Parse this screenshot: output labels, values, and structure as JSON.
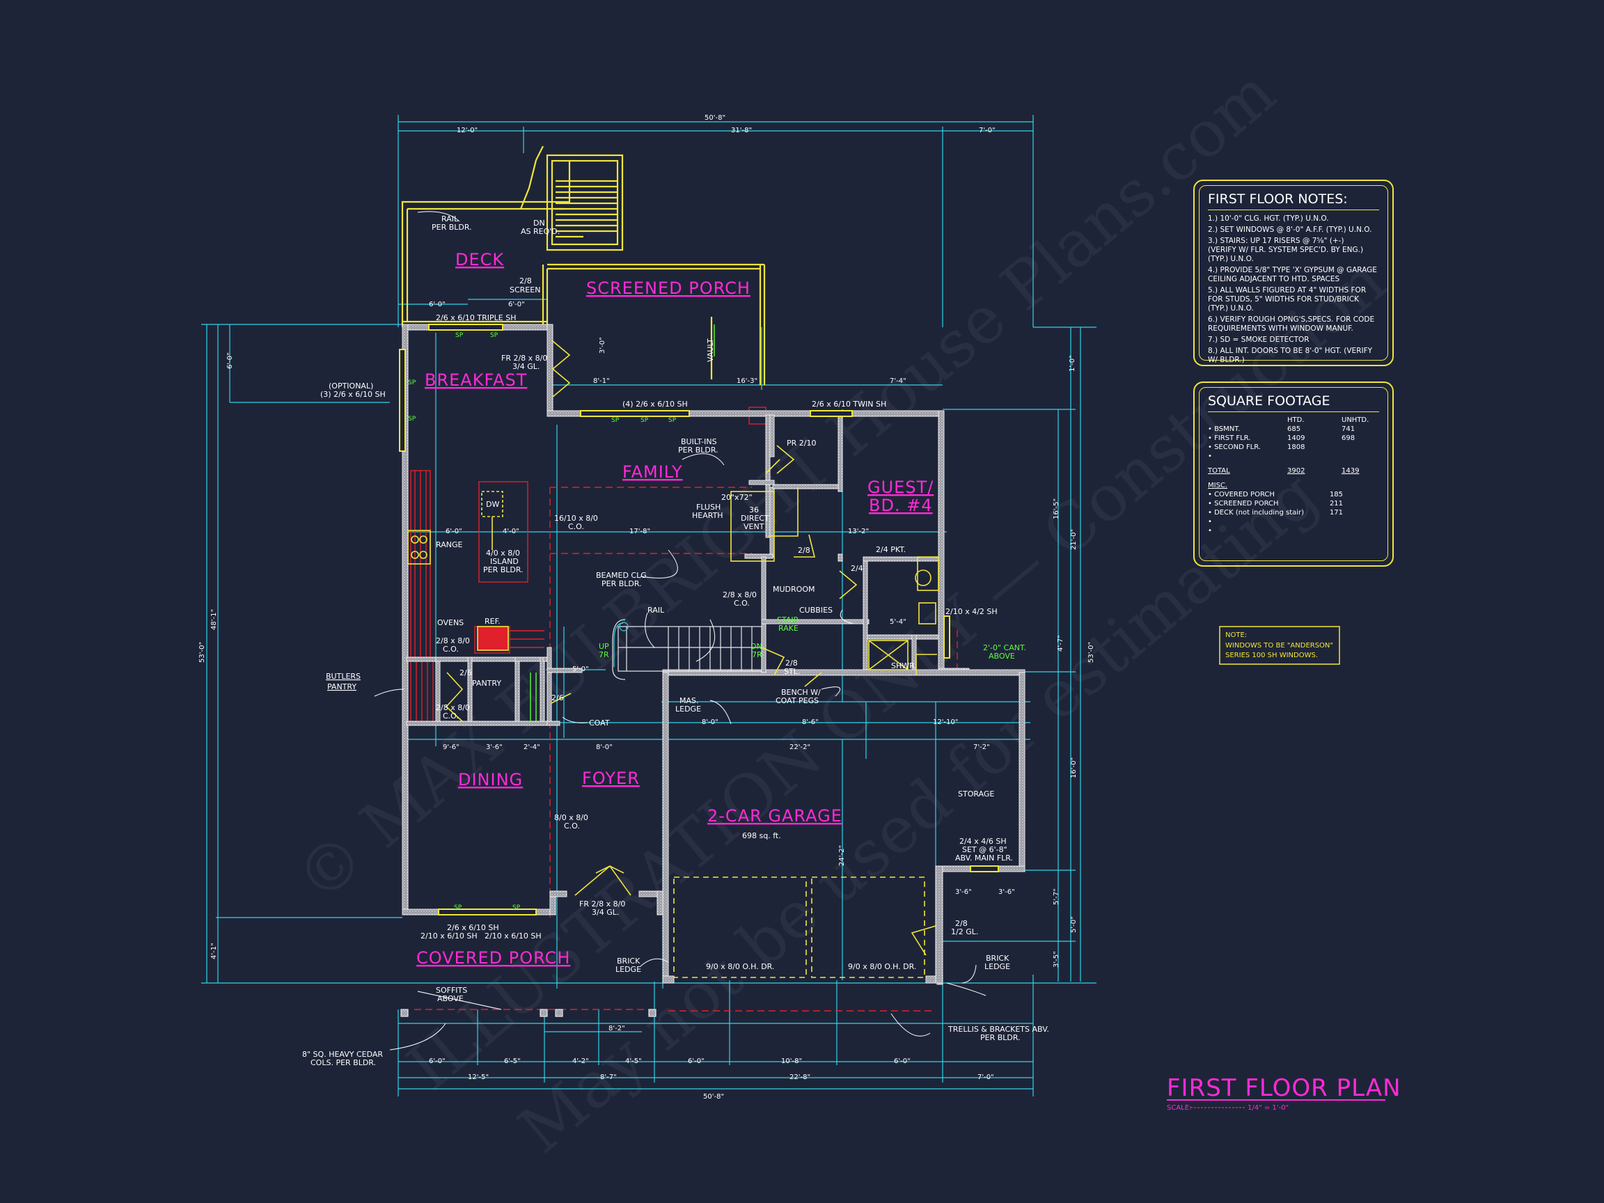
{
  "drawing": {
    "title": "FIRST FLOOR PLAN",
    "scale_label": "SCALE:",
    "scale_value": "1/4\" = 1'-0\"",
    "watermark_lines": [
      "© MAX FULBRIGHT House Plans.com",
      "ILLUSTRATION ONLY — Construction",
      "May not be used for estimating"
    ]
  },
  "rooms": {
    "deck": "DECK",
    "screened_porch": "SCREENED PORCH",
    "breakfast": "BREAKFAST",
    "family": "FAMILY",
    "guest": "GUEST/",
    "guest2": "BD. #4",
    "mudroom": "MUDROOM",
    "pantry": "PANTRY",
    "butlers1": "BUTLERS",
    "butlers2": "PANTRY",
    "coat": "COAT",
    "dining": "DINING",
    "foyer": "FOYER",
    "garage": "2-CAR GARAGE",
    "garage_area": "698 sq. ft.",
    "storage": "STORAGE",
    "covered_porch": "COVERED PORCH"
  },
  "labels": {
    "rail_per_bldr1": "RAIL",
    "rail_per_bldr2": "PER BLDR.",
    "dn1": "DN",
    "dn2": "AS REQ'D.",
    "screen1": "2/8",
    "screen2": "SCREEN",
    "triple_sh": "2/6 x 6/10 TRIPLE SH",
    "fr_door1": "FR 2/8 x 8/0",
    "fr_door2": "3/4 GL.",
    "vault": "VAULT",
    "optional1": "(OPTIONAL)",
    "optional2": "(3) 2/6 x 6/10 SH",
    "four_sh": "(4) 2/6 x 6/10 SH",
    "twin_sh": "2/6 x 6/10 TWIN SH",
    "builtins1": "BUILT-INS",
    "builtins2": "PER BLDR.",
    "pr_guest": "PR 2/10",
    "dw": "DW",
    "co_1610a": "16/10 x 8/0",
    "co_1610b": "C.O.",
    "hearth1": "20\"x72\"",
    "hearth2": "FLUSH",
    "hearth3": "HEARTH",
    "vent1": "36",
    "vent2": "DIRECT",
    "vent3": "VENT",
    "range": "RANGE",
    "island1": "4/0 x 8/0",
    "island2": "ISLAND",
    "island3": "PER BLDR.",
    "beamed1": "BEAMED CLG.",
    "beamed2": "PER BLDR.",
    "door_28": "2/8",
    "pkt": "2/4 PKT.",
    "door_24": "2/4",
    "co_28a": "2/8 x 8/0",
    "co_28b": "C.O.",
    "rail": "RAIL",
    "cubbies": "CUBBIES",
    "stair_rake1": "STAIR",
    "stair_rake2": "RAKE",
    "up": "UP",
    "up2": "7R",
    "dn_stair": "DN",
    "dn_stair2": "7R",
    "window_412": "2/10 x 4/2 SH",
    "cant1": "2'-0\" CANT.",
    "cant2": "ABOVE",
    "shwr": "SHWR.",
    "ovens": "OVENS",
    "ref": "REF.",
    "co_butler_a": "2/8 x 8/0",
    "co_butler_b": "C.O.",
    "pantry_door": "2/6",
    "co_dining_a": "2/8 x 8/0",
    "co_dining_b": "C.O.",
    "coat_door": "2/6",
    "stl": "STL.",
    "door_28_stl": "2/8",
    "bench1": "BENCH W/",
    "bench2": "COAT PEGS",
    "mas1": "MAS.",
    "mas2": "LEDGE",
    "foyer_co_a": "8/0 x 8/0",
    "foyer_co_b": "C.O.",
    "storage_win1": "2/4 x 4/6 SH",
    "storage_win2": "SET @ 6'-8\"",
    "storage_win3": "ABV. MAIN FLR.",
    "dining_sh1": "2/6 x 6/10 SH",
    "dining_sh2": "2/10 x 6/10 SH",
    "dining_sh3": "2/10 x 6/10 SH",
    "front_door1": "FR 2/8 x 8/0",
    "front_door2": "3/4 GL.",
    "brick1": "BRICK",
    "brick2": "LEDGE",
    "ohdr1": "9/0 x 8/0 O.H. DR.",
    "ohdr2": "9/0 x 8/0 O.H. DR.",
    "gar_door1": "2/8",
    "gar_door2": "1/2 GL.",
    "brick3": "BRICK",
    "brick4": "LEDGE",
    "soffit1": "SOFFITS",
    "soffit2": "ABOVE",
    "cols1": "8\" SQ. HEAVY CEDAR",
    "cols2": "COLS. PER BLDR.",
    "trellis1": "TRELLIS & BRACKETS ABV.",
    "trellis2": "PER BLDR.",
    "sp": "SP"
  },
  "dimensions": {
    "overall_top": "50'-8\"",
    "top_a": "12'-0\"",
    "top_b": "31'-8\"",
    "top_c": "7'-0\"",
    "deck_6": "6'-0\"",
    "deck_6b": "6'-0\"",
    "porch_3a": "3'-0\"",
    "porch_8": "8'-1\"",
    "porch_16": "16'-3\"",
    "porch_7": "7'-4\"",
    "left_6": "6'-0\"",
    "left_53": "53'-0\"",
    "left_48": "48'-1\"",
    "left_4": "4'-1\"",
    "right_1": "1'-0\"",
    "right_16a": "16'-5\"",
    "right_21": "21'-0\"",
    "right_4": "4'-7\"",
    "right_53": "53'-0\"",
    "right_16b": "16'-0\"",
    "right_5": "5'-7\"",
    "right_5b": "5'-0\"",
    "right_3": "3'-5\"",
    "k_6": "6'-0\"",
    "k_4": "4'-0\"",
    "fam_17": "17'-8\"",
    "fam_13": "13'-2\"",
    "d_9": "9'-6\"",
    "d_3": "3'-6\"",
    "d_2": "2'-4\"",
    "d_8": "8'-0\"",
    "g_8a": "8'-0\"",
    "g_8b": "8'-6\"",
    "g_12": "12'-10\"",
    "g_22": "22'-2\"",
    "g_7": "7'-2\"",
    "g_24": "24'-2\"",
    "g_3a": "3'-6\"",
    "g_3b": "3'-6\"",
    "stair_5": "5'-0\"",
    "shw_5": "5'-4\"",
    "b_8": "8'-2\"",
    "b1": "6'-0\"",
    "b2": "6'-5\"",
    "b3": "4'-2\"",
    "b4": "4'-5\"",
    "b5": "6'-0\"",
    "b6": "10'-8\"",
    "b7": "6'-0\"",
    "c1": "12'-5\"",
    "c2": "8'-7\"",
    "c3": "22'-8\"",
    "c4": "7'-0\"",
    "overall_bottom": "50'-8\""
  },
  "notes": {
    "title": "FIRST FLOOR NOTES:",
    "items": [
      "1.) 10'-0\" CLG. HGT. (TYP.) U.N.O.",
      "2.) SET WINDOWS @ 8'-0\" A.F.F. (TYP.) U.N.O.",
      "3.) STAIRS: UP 17 RISERS @ 7⅝\" (+-)\n     (VERIFY W/ FLR. SYSTEM SPEC'D. BY ENG.)\n     (TYP.) U.N.O.",
      "4.) PROVIDE 5/8\" TYPE 'X' GYPSUM @ GARAGE\n     CEILING ADJACENT TO HTD. SPACES",
      "5.) ALL WALLS FIGURED AT 4\" WIDTHS FOR\n     FOR STUDS, 5\" WIDTHS FOR STUD/BRICK\n     (TYP.) U.N.O.",
      "6.) VERIFY ROUGH OPNG'S,SPECS. FOR CODE\n     REQUIREMENTS WITH WINDOW MANUF.",
      "7.) SD = SMOKE DETECTOR",
      "8.) ALL INT. DOORS TO BE 8'-0\" HGT. (VERIFY W/ BLDR.)"
    ]
  },
  "square_footage": {
    "title": "SQUARE FOOTAGE",
    "col_htd": "HTD.",
    "col_unhtd": "UNHTD.",
    "rows": [
      {
        "label": "• BSMNT.",
        "htd": "685",
        "unhtd": "741"
      },
      {
        "label": "• FIRST FLR.",
        "htd": "1409",
        "unhtd": "698"
      },
      {
        "label": "• SECOND FLR.",
        "htd": "1808",
        "unhtd": ""
      },
      {
        "label": "•",
        "htd": "",
        "unhtd": ""
      }
    ],
    "total": {
      "label": "TOTAL",
      "htd": "3902",
      "unhtd": "1439"
    },
    "misc_title": "MISC.",
    "misc": [
      {
        "label": "• COVERED PORCH",
        "value": "185"
      },
      {
        "label": "• SCREENED PORCH",
        "value": "211"
      },
      {
        "label": "• DECK  (not including stair)",
        "value": "171"
      },
      {
        "label": "•",
        "value": ""
      },
      {
        "label": "•",
        "value": ""
      }
    ]
  },
  "window_note": {
    "title": "NOTE:",
    "line1": "WINDOWS TO BE \"ANDERSON\"",
    "line2": "SERIES 100 SH WINDOWS."
  },
  "colors": {
    "background": "#1e2438",
    "wall": "#c8c8c8",
    "dimension": "#2fd4e8",
    "room_text": "#ff2bd6",
    "yellow": "#f0e63a",
    "red": "#e0202a",
    "green": "#5cff3a"
  }
}
